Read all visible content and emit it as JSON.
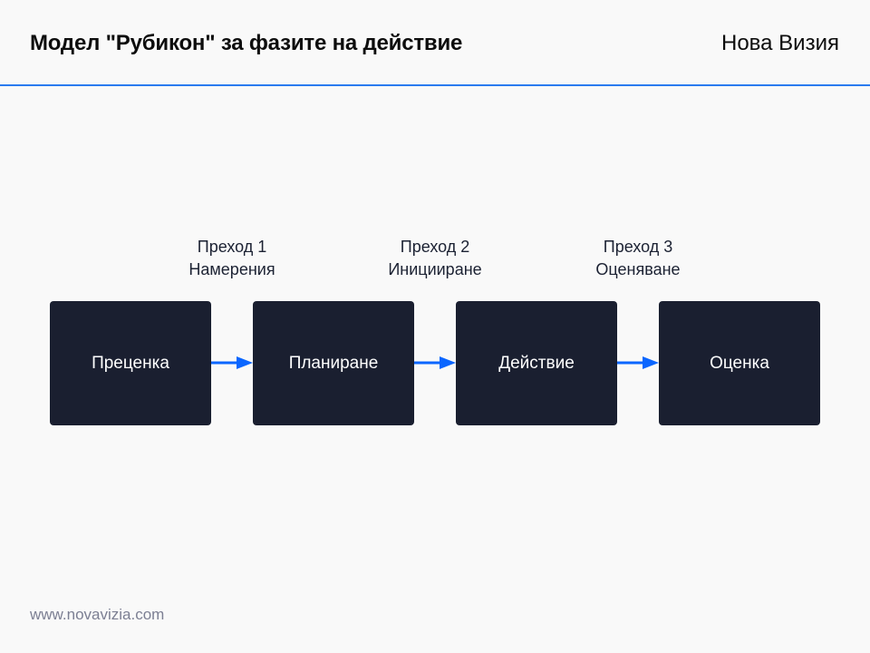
{
  "header": {
    "title": "Модел \"Рубикон\" за фазите на действие",
    "brand": "Нова Визия"
  },
  "colors": {
    "accent": "#2b7bef",
    "arrow": "#0a66ff",
    "box_bg": "#1a1f30",
    "background": "#f9f9f9"
  },
  "diagram": {
    "phases": [
      {
        "label": "Преценка"
      },
      {
        "label": "Планиране"
      },
      {
        "label": "Действие"
      },
      {
        "label": "Оценка"
      }
    ],
    "transitions": [
      {
        "line1": "Преход 1",
        "line2": "Намерения"
      },
      {
        "line1": "Преход 2",
        "line2": "Иницииране"
      },
      {
        "line1": "Преход 3",
        "line2": "Оценяване"
      }
    ]
  },
  "footer": {
    "url": "www.novavizia.com"
  }
}
